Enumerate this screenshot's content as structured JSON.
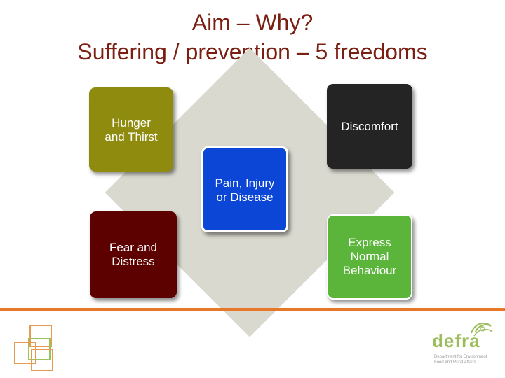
{
  "slide": {
    "title_line1": "Aim – Why?",
    "title_line2": "Suffering / prevention – 5 freedoms"
  },
  "diagram": {
    "boxes": {
      "hunger": "Hunger\nand Thirst",
      "discomfort": "Discomfort",
      "pain": "Pain, Injury\nor Disease",
      "fear": "Fear and\nDistress",
      "express": "Express\nNormal\nBehaviour"
    }
  },
  "footer": {
    "logo_text": "defra",
    "logo_subtext": "Department for Environment\nFood and Rural Affairs"
  },
  "colors": {
    "title": "#7a1f12",
    "hunger": "#8e8b0f",
    "discomfort": "#252425",
    "pain": "#0b46d6",
    "fear": "#5c0000",
    "express": "#5ab53a",
    "diamond": "#d9d9cf",
    "accent_rule": "#e8772a",
    "logo": "#9bbd5c"
  }
}
